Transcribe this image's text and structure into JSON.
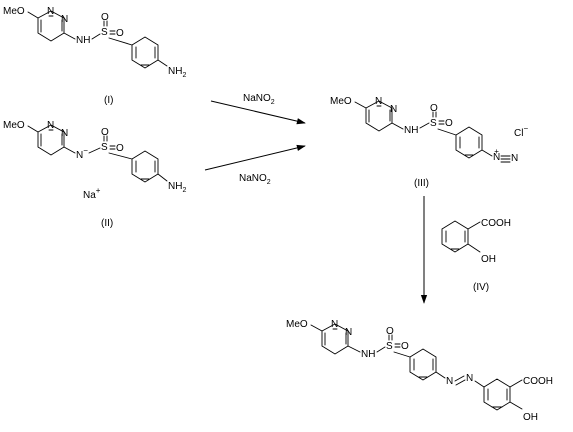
{
  "atoms": {
    "methoxy": "MeO",
    "n": "N",
    "nh": "NH",
    "hn": "N",
    "h_of_hn": "H",
    "s": "S",
    "o": "O",
    "nh2": "NH",
    "nh2_sub": "2",
    "na": "Na",
    "na_charge": "+",
    "cl": "Cl",
    "cl_charge": "−",
    "plus": "+",
    "cooh": "COOH",
    "oh": "OH"
  },
  "labels": {
    "compound_1": "(I)",
    "compound_2": "(II)",
    "compound_3": "(III)",
    "compound_4": "(IV)"
  },
  "reagents": {
    "reagent_1": "NaNO",
    "reagent_1_sub": "2",
    "reagent_2": "NaNO",
    "reagent_2_sub": "2"
  },
  "colors": {
    "ink": "#000000",
    "background": "#ffffff"
  }
}
